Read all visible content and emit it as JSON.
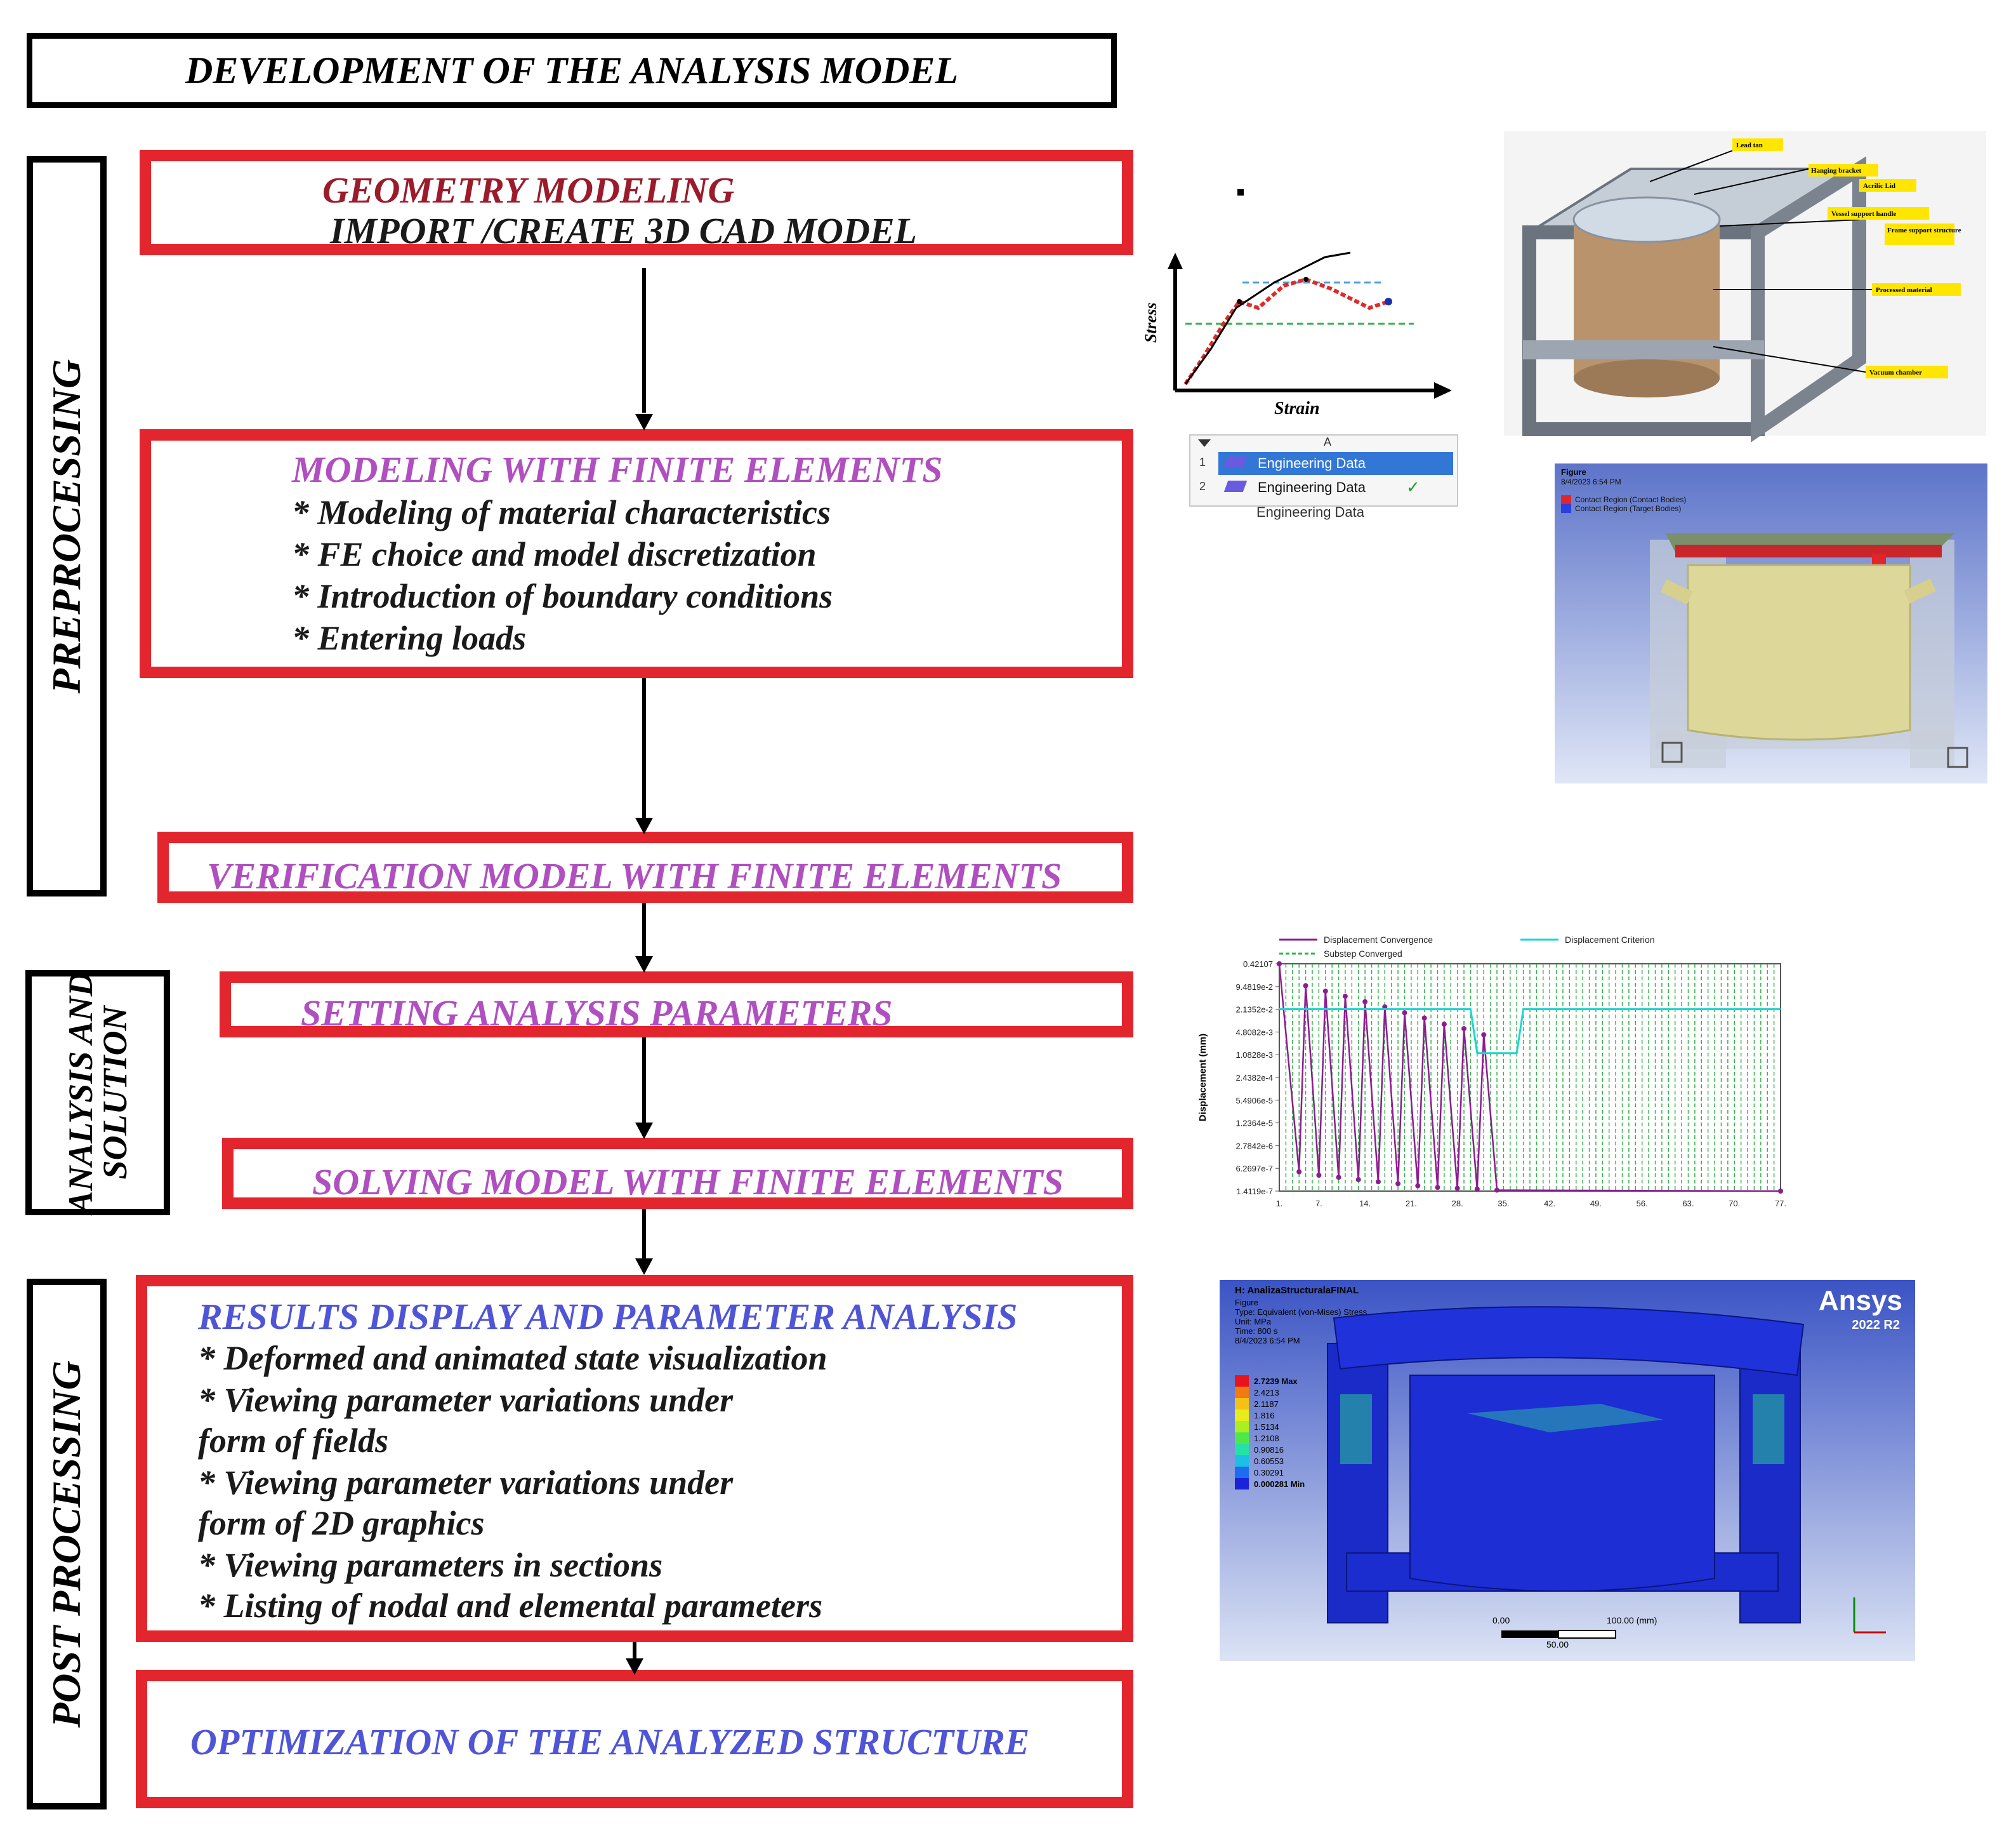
{
  "title": "DEVELOPMENT OF THE ANALYSIS MODEL",
  "phases": {
    "pre": "PREPROCESSING",
    "analysis_1": "ANALYSIS AND",
    "analysis_2": "SOLUTION",
    "post": "POST PROCESSING"
  },
  "boxes": {
    "geometry": {
      "heading": "GEOMETRY MODELING",
      "sub": "IMPORT /CREATE 3D CAD MODEL"
    },
    "fe_model": {
      "heading": "MODELING WITH FINITE ELEMENTS",
      "items": [
        "* Modeling of material characteristics",
        "* FE choice and model discretization",
        "* Introduction of boundary conditions",
        "* Entering loads"
      ]
    },
    "verification": {
      "heading": "VERIFICATION MODEL WITH FINITE ELEMENTS"
    },
    "setting": {
      "heading": "SETTING ANALYSIS PARAMETERS"
    },
    "solving": {
      "heading": "SOLVING MODEL WITH FINITE ELEMENTS"
    },
    "results": {
      "heading": "RESULTS DISPLAY AND PARAMETER ANALYSIS",
      "items": [
        "* Deformed and animated state visualization",
        "* Viewing parameter variations under",
        "form of fields",
        "* Viewing parameter variations under",
        "form of 2D graphics",
        "* Viewing parameters in sections",
        "* Listing of nodal and elemental parameters"
      ]
    },
    "optimization": {
      "heading": "OPTIMIZATION OF THE ANALYZED STRUCTURE"
    }
  },
  "stress_strain": {
    "ylabel": "Stress",
    "xlabel": "Strain"
  },
  "engineering_data": {
    "col": "A",
    "rows": [
      {
        "num": "1",
        "label": "Engineering Data"
      },
      {
        "num": "2",
        "label": "Engineering Data"
      }
    ],
    "caption": "Engineering Data"
  },
  "cad_labels": [
    "Lead tan",
    "Hanging bracket",
    "Acrilic Lid",
    "Vessel support handle",
    "Frame support structure",
    "Processed material",
    "Vacuum chamber"
  ],
  "contact": {
    "title": "Figure",
    "date": "8/4/2023 6:54 PM",
    "legend": [
      {
        "label": "Contact Region (Contact Bodies)",
        "color": "#e0262b"
      },
      {
        "label": "Contact Region (Target Bodies)",
        "color": "#2a3fe0"
      }
    ]
  },
  "chart_data": {
    "type": "line",
    "title": "",
    "ylabel": "Displacement (mm)",
    "xlabel": "",
    "y_scale": "log",
    "ytick_labels": [
      "0.42107",
      "9.4819e-2",
      "2.1352e-2",
      "4.8082e-3",
      "1.0828e-3",
      "2.4382e-4",
      "5.4906e-5",
      "1.2364e-5",
      "2.7842e-6",
      "6.2697e-7",
      "1.4119e-7"
    ],
    "xtick_labels": [
      "1.",
      "7.",
      "14.",
      "21.",
      "28.",
      "35.",
      "42.",
      "49.",
      "56.",
      "63.",
      "70.",
      "77."
    ],
    "xlim": [
      1,
      77
    ],
    "legend": [
      "Displacement Convergence",
      "Displacement Criterion",
      "Substep Converged"
    ],
    "colors": {
      "convergence": "#8b1d8f",
      "criterion": "#19d6d6",
      "substep": "#34b34a"
    },
    "series": [
      {
        "name": "Displacement Convergence",
        "x": [
          1,
          4,
          5,
          7,
          8,
          10,
          11,
          13,
          14,
          16,
          17,
          19,
          20,
          22,
          23,
          25,
          26,
          28,
          29,
          31,
          32,
          34,
          77
        ],
        "y": [
          0.42107,
          5e-07,
          0.1,
          4e-07,
          0.07,
          3.5e-07,
          0.05,
          3e-07,
          0.035,
          2.6e-07,
          0.025,
          2.3e-07,
          0.017,
          2e-07,
          0.012,
          1.8e-07,
          0.008,
          1.7e-07,
          0.006,
          1.6e-07,
          0.004,
          1.5e-07,
          1.4119e-07
        ]
      },
      {
        "name": "Displacement Criterion",
        "x": [
          1,
          30,
          31,
          37,
          38,
          77
        ],
        "y": [
          0.0214,
          0.0214,
          0.0012,
          0.0012,
          0.0214,
          0.0214
        ]
      }
    ],
    "grid": true,
    "legend_position": "top"
  },
  "ansys": {
    "header": "H: AnalizaStructuralaFINAL",
    "lines": [
      "Figure",
      "Type: Equivalent (von-Mises) Stress",
      "Unit: MPa",
      "Time: 800 s",
      "8/4/2023 6:54 PM"
    ],
    "brand": "Ansys",
    "version": "2022 R2",
    "legend_values": [
      "2.7239 Max",
      "2.4213",
      "2.1187",
      "1.816",
      "1.5134",
      "1.2108",
      "0.90816",
      "0.60553",
      "0.30291",
      "0.000281 Min"
    ],
    "legend_colors": [
      "#e8141b",
      "#f17a12",
      "#f5c116",
      "#e7ec1d",
      "#a9ef22",
      "#4fe84a",
      "#24e1a6",
      "#1dbfe6",
      "#1e6cf0",
      "#1a23d8"
    ],
    "scale": {
      "left": "0.00",
      "right": "100.00 (mm)",
      "mid": "50.00"
    }
  }
}
